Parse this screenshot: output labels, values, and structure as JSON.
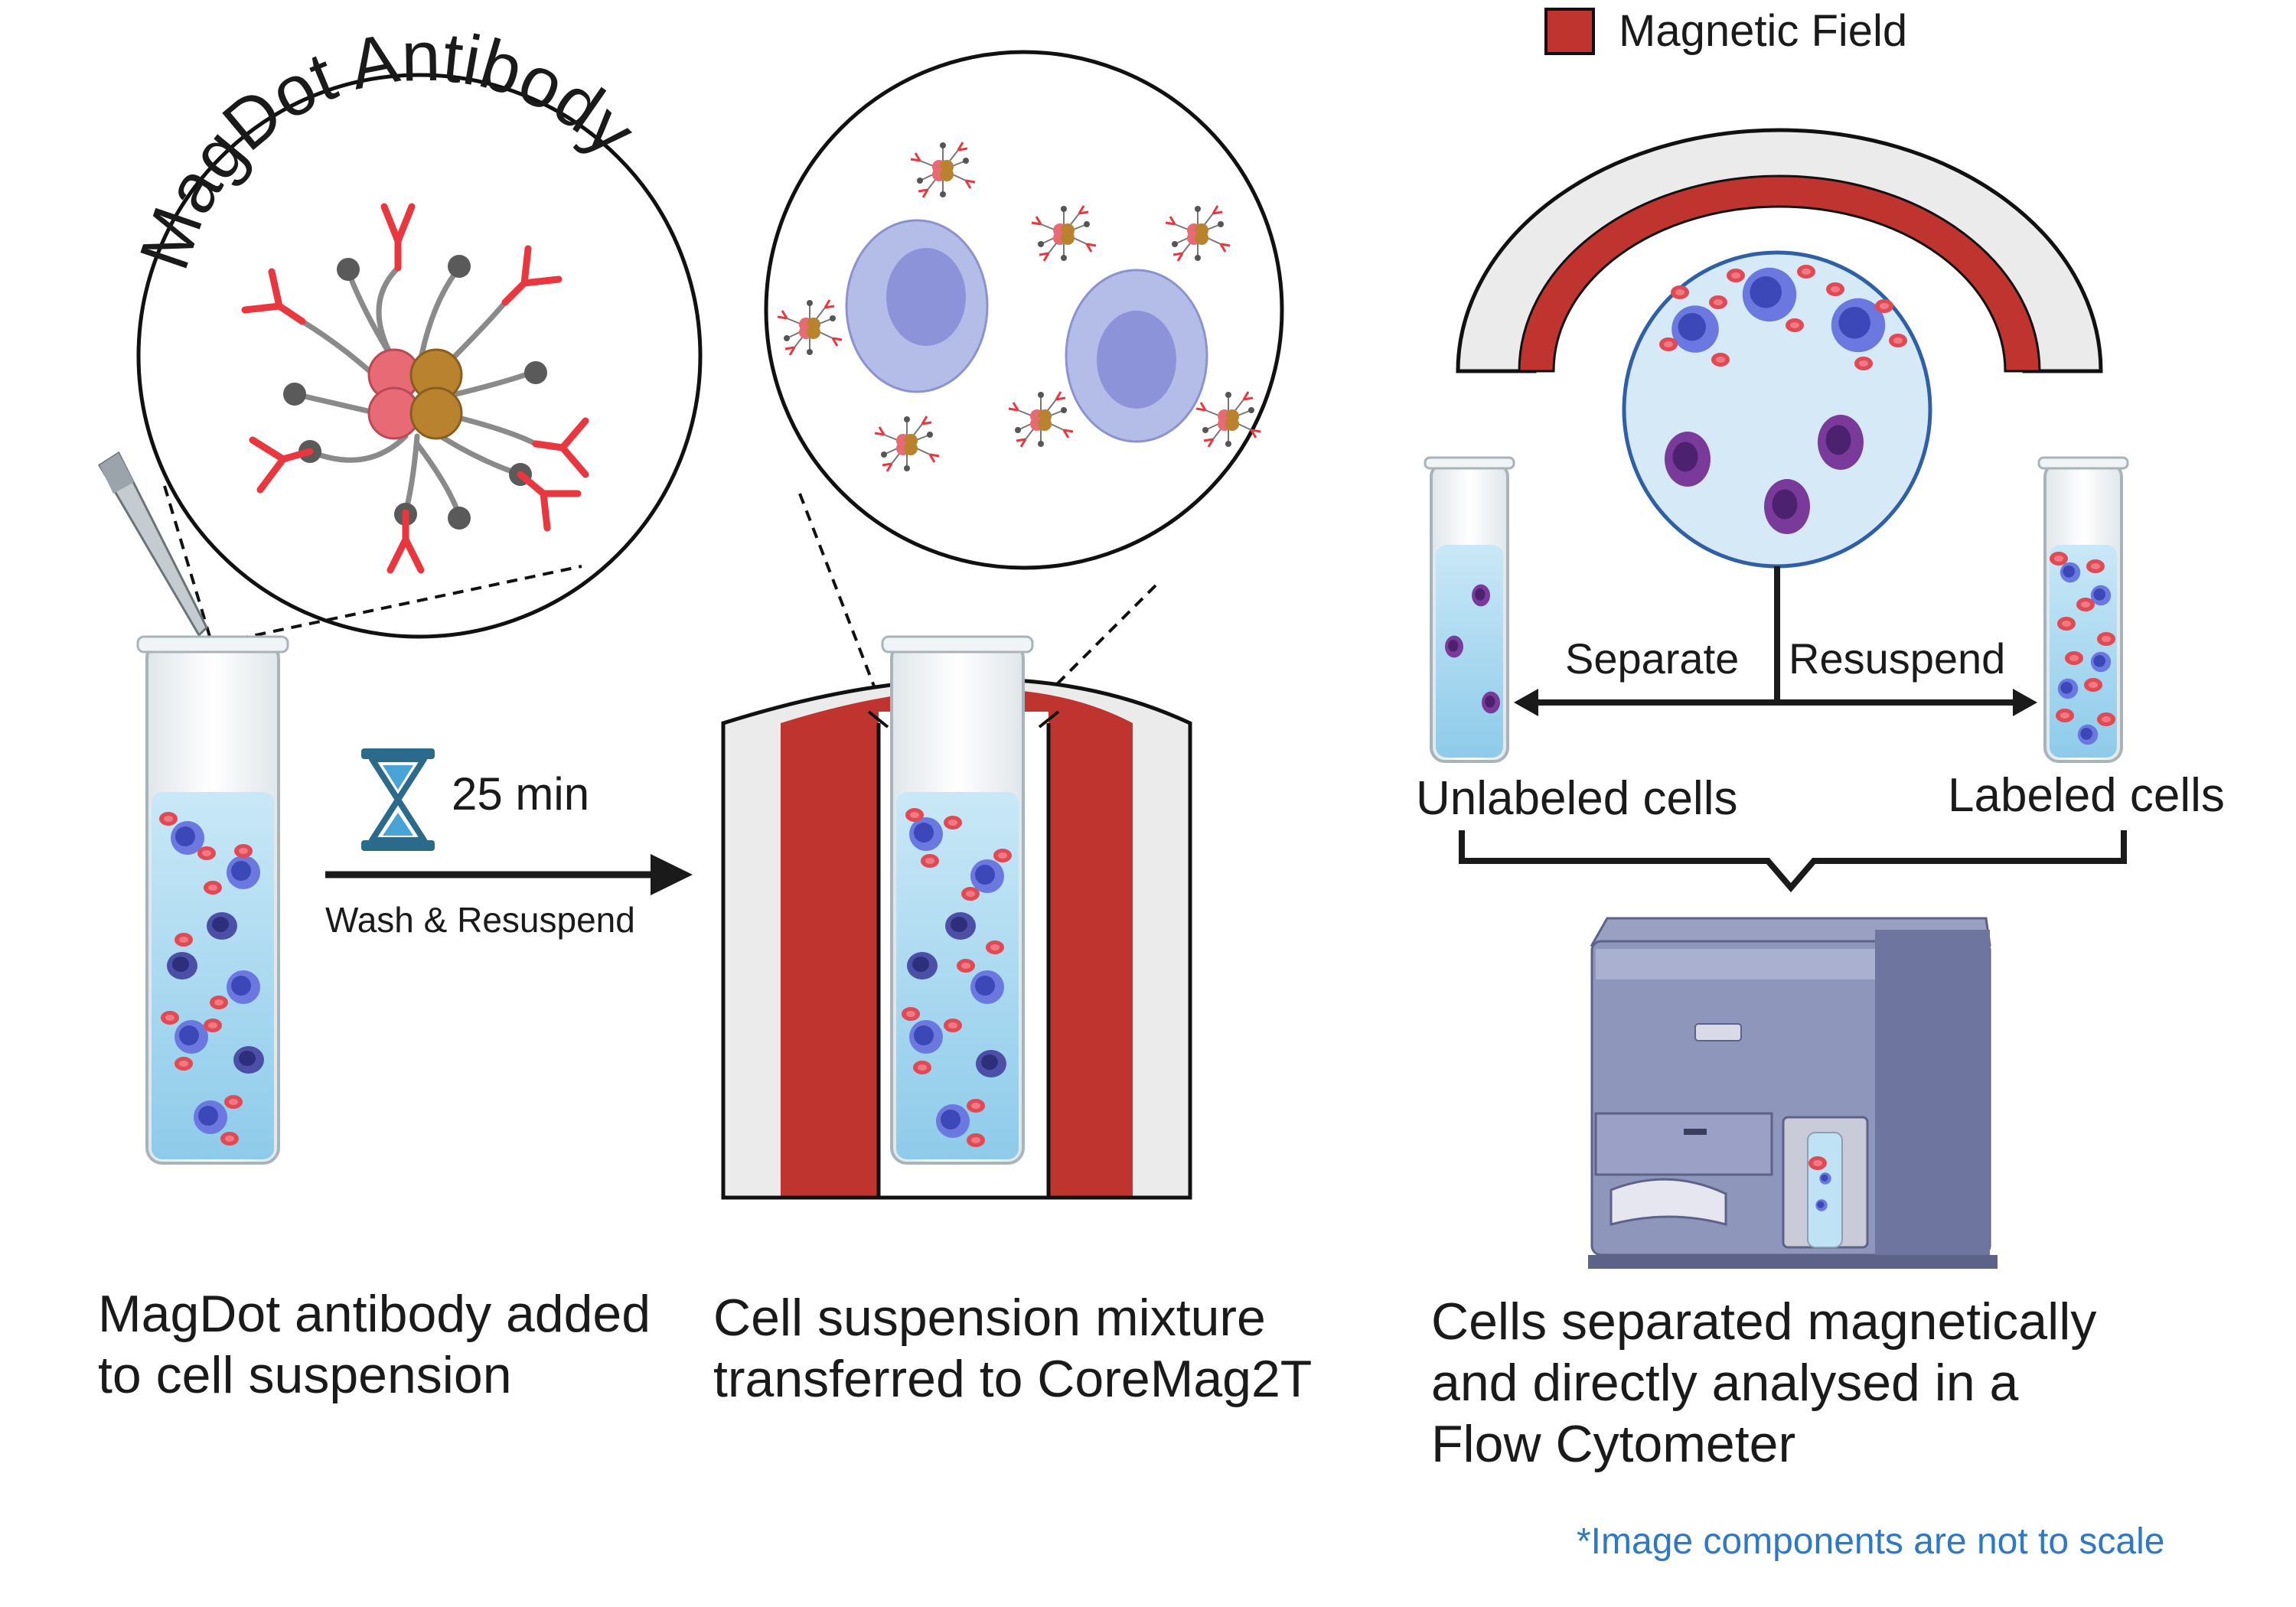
{
  "legend": {
    "magnetic_field": "Magnetic Field",
    "swatch_color": "#c0342f"
  },
  "magdot_title": "MagDot Antibody",
  "timer": {
    "duration": "25 min",
    "instruction": "Wash & Resuspend"
  },
  "separation": {
    "separate": "Separate",
    "resuspend": "Resuspend",
    "unlabeled": "Unlabeled cells",
    "labeled": "Labeled cells"
  },
  "captions": {
    "step1_line1": "MagDot antibody added",
    "step1_line2": "to cell suspension",
    "step2_line1": "Cell suspension mixture",
    "step2_line2": "transferred to CoreMag2T",
    "step3_line1": "Cells separated magnetically",
    "step3_line2": "and directly analysed in a",
    "step3_line3": "Flow Cytometer"
  },
  "footnote": "*Image components are not to scale",
  "colors": {
    "magnet_red": "#c0342f",
    "shell_gray": "#ebebeb",
    "liquid_blue": "#b4dcf0",
    "cell_blue": "#6a78e0",
    "cell_purple": "#7a3a9a",
    "rbc_red": "#e04a55",
    "antibody_red": "#e8373e",
    "footnote_blue": "#2f78c4"
  }
}
